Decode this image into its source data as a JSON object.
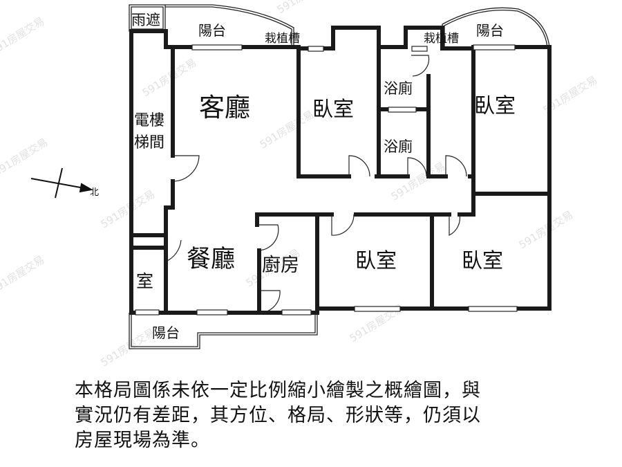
{
  "rooms": {
    "living_room": "客廳",
    "dining_room": "餐廳",
    "kitchen": "廚房",
    "bedroom_top_middle": "臥室",
    "bedroom_top_right": "臥室",
    "bedroom_bottom_middle": "臥室",
    "bedroom_bottom_right": "臥室",
    "bathroom_upper": "浴廁",
    "bathroom_lower": "浴廁",
    "small_room": "室",
    "elevator_stair_line1": "電樓",
    "elevator_stair_line2": "梯間",
    "canopy": "雨遮",
    "balcony_top_left": "陽台",
    "balcony_top_right": "陽台",
    "balcony_bottom": "陽台",
    "planter_left": "栽植槽",
    "planter_right": "栽植槽"
  },
  "compass": {
    "north_label": "北"
  },
  "watermark_text": "591房屋交易",
  "disclaimer": {
    "line1": "本格局圖係未依一定比例縮小繪製之概繪圖，與",
    "line2": "實況仍有差距，其方位、格局、形狀等，仍須以",
    "line3": "房屋現場為準。"
  }
}
